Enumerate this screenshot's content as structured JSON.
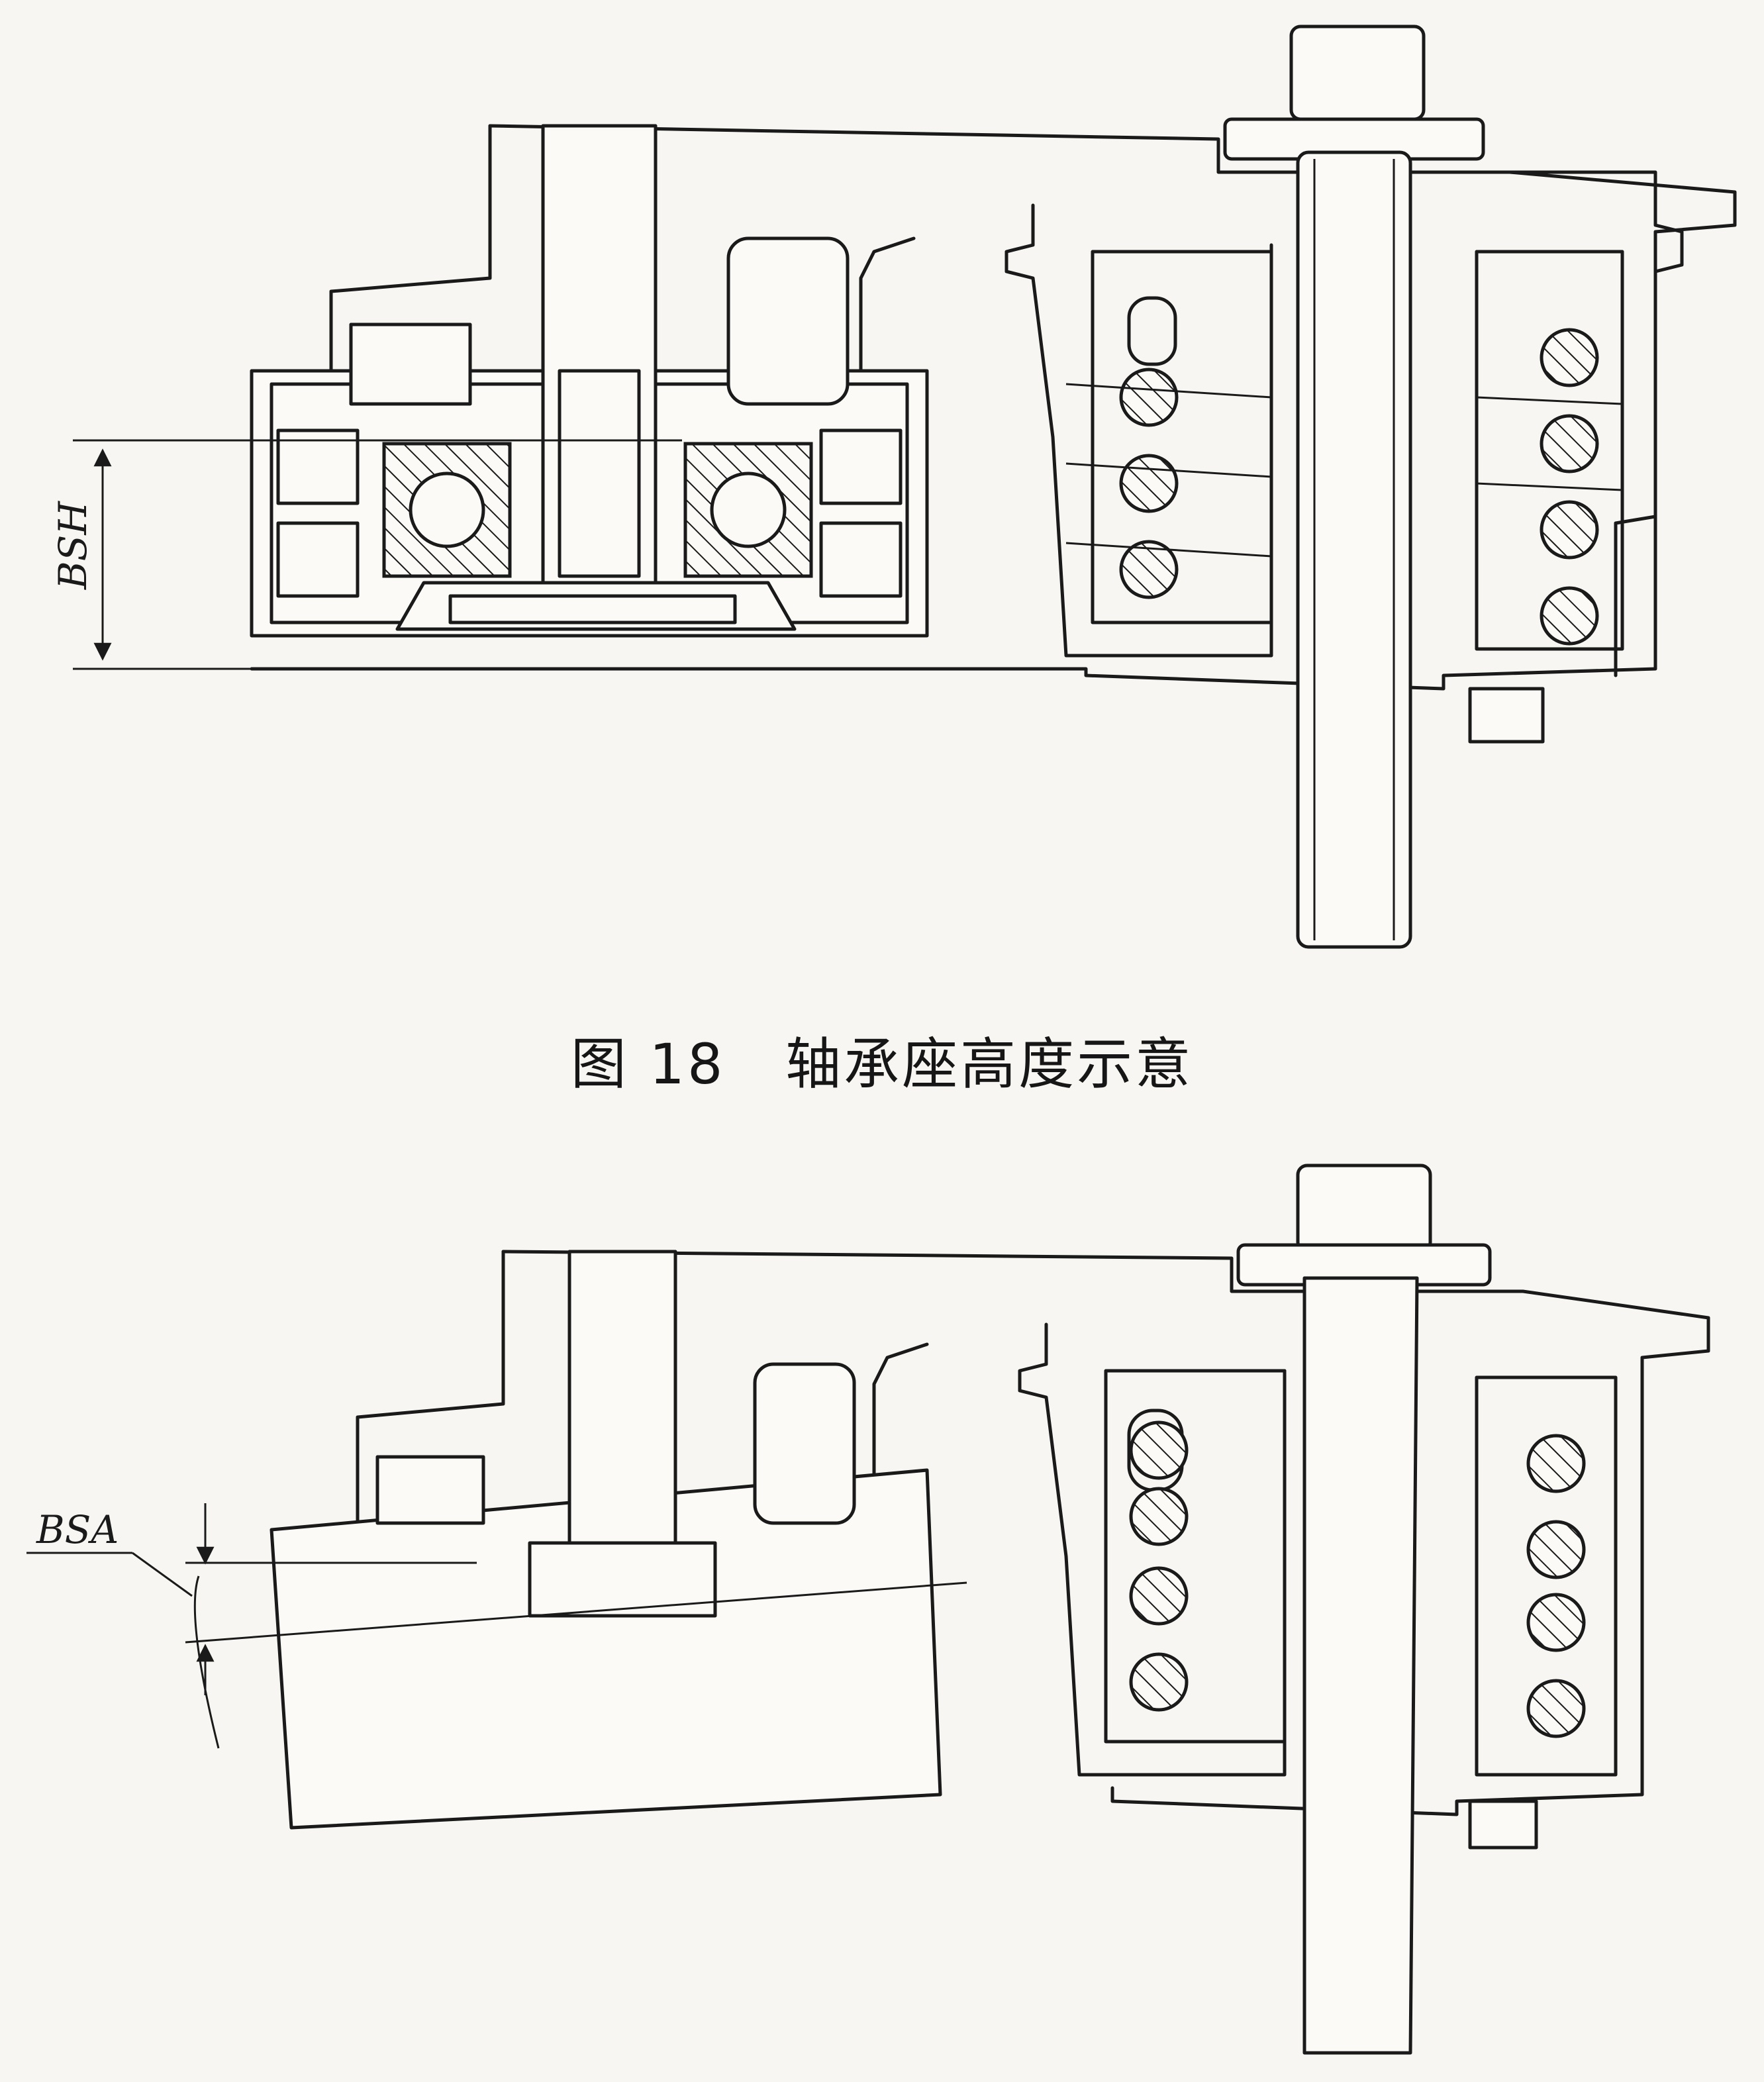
{
  "figure": {
    "number_label": "图 18",
    "title": "轴承座高度示意"
  },
  "dimensions": {
    "top_label": "BSH",
    "bottom_label": "BSA"
  }
}
